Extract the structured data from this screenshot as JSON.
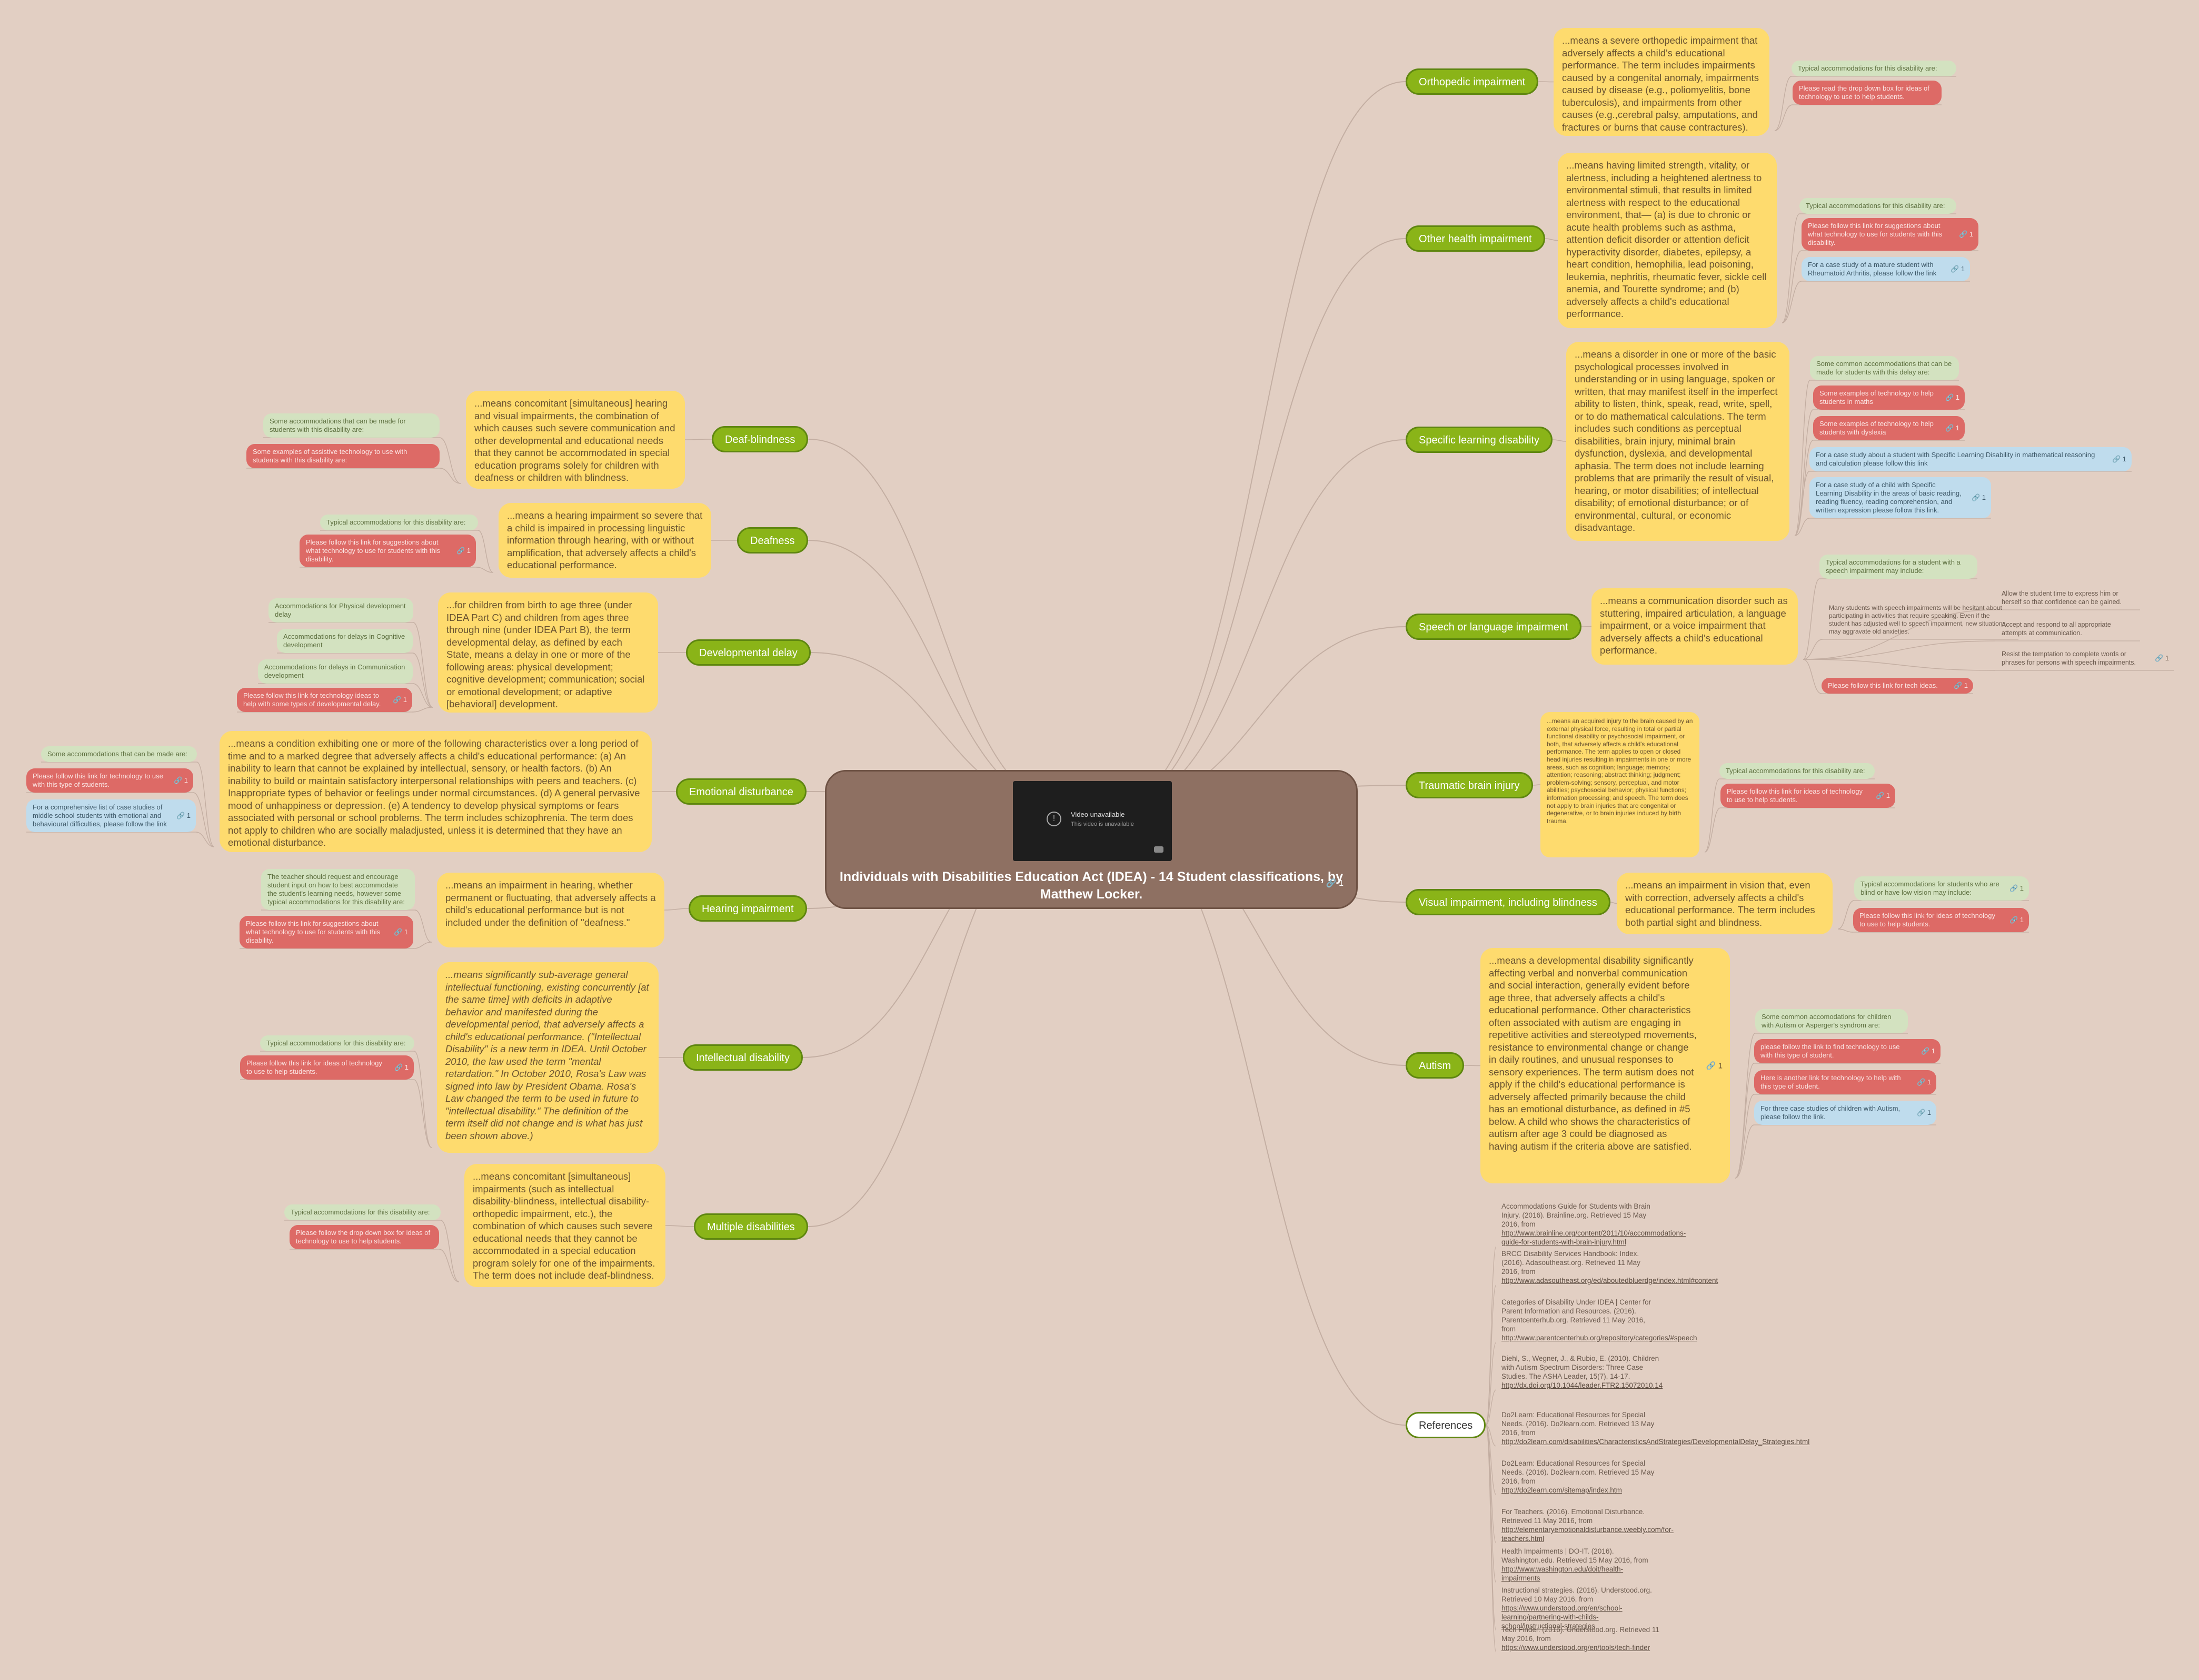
{
  "central": {
    "title": "Individuals with Disabilities  Education Act (IDEA) - 14 Student classifications, by Matthew Locker.",
    "link_count": "1",
    "video": {
      "title": "Video unavailable",
      "subtitle": "This video is unavailable"
    }
  },
  "left": [
    {
      "label": "Deaf-blindness",
      "desc": "...means concomitant [simultaneous] hearing and visual impairments, the combination of which causes such severe communication and other developmental and educational needs that they cannot be accommodated in special education programs solely for children with deafness or children with blindness.",
      "leaves": [
        {
          "text": "Some accommodations that can be made for students with this disability are:"
        },
        {
          "text": "Some examples of assistive technology to use with students with this disability are:"
        }
      ]
    },
    {
      "label": "Deafness",
      "desc": "...means a hearing impairment so severe that a child is impaired in processing linguistic information through hearing, with or without amplification, that adversely affects a child's educational performance.",
      "leaves": [
        {
          "text": "Typical accommodations for this disability are:"
        },
        {
          "text": "Please follow this link for suggestions about what technology to use for students with this disability.",
          "link": "1"
        }
      ]
    },
    {
      "label": "Developmental delay",
      "desc": "...for children from birth to age three (under IDEA Part C) and children from ages three through nine (under IDEA Part B), the term developmental delay, as defined by each State, means a delay in one or more of the following areas: physical development; cognitive development; communication; social or emotional development; or adaptive [behavioral] development.",
      "leaves": [
        {
          "text": "Accommodations for Physical development delay"
        },
        {
          "text": "Accommodations for delays in Cognitive development"
        },
        {
          "text": "Accommodations for delays in Communication development"
        },
        {
          "text": "Please follow this link for technology ideas to help with some types of developmental delay.",
          "link": "1"
        }
      ]
    },
    {
      "label": "Emotional disturbance",
      "desc": "...means a condition exhibiting one or more of the following characteristics over a long period of time and to a marked degree that adversely affects a child's educational performance:  (a) An inability to learn that cannot be explained by intellectual, sensory, or health factors.  (b) An inability to build or maintain satisfactory interpersonal relationships with peers and teachers.  (c) Inappropriate types of behavior or feelings under normal circumstances.  (d) A general pervasive mood of unhappiness or depression.  (e) A tendency to develop physical symptoms or fears associated with personal or school problems.  The term includes schizophrenia. The term does not apply to children who are socially maladjusted, unless it is determined that they have an emotional disturbance.",
      "leaves": [
        {
          "text": "Some accommodations that can be made are:"
        },
        {
          "text": "Please follow this link for technology to use with this type of students.",
          "link": "1"
        },
        {
          "text": "For a comprehensive list of case studies of middle school students with emotional and behavioural difficulties, please follow the link",
          "link": "1"
        }
      ]
    },
    {
      "label": "Hearing impairment",
      "desc": "...means an impairment in hearing, whether permanent or fluctuating, that adversely affects a child's educational performance but is not included under the definition of \"deafness.\"",
      "leaves": [
        {
          "text": "The teacher should request and encourage student input on how to best accommodate the student's learning needs, however some typical accommodations for this disability are:"
        },
        {
          "text": "Please follow this link for suggestions about what technology to use for students with this disability.",
          "link": "1"
        }
      ]
    },
    {
      "label": "Intellectual disability",
      "desc": "...means significantly sub-average general intellectual functioning, existing concurrently [at the same time] with deficits in adaptive behavior and manifested during the developmental period, that adversely affects a child's educational performance. (\"Intellectual Disability\" is a new term in IDEA. Until October 2010, the law used the term \"mental retardation.\"  In October 2010, Rosa's Law was signed into law by President Obama.  Rosa's Law changed the term to be used in future to \"intellectual disability.\" The definition of the term itself  did not change and is what has just been shown above.)",
      "leaves": [
        {
          "text": "Typical accommodations for this disability are:"
        },
        {
          "text": "Please follow this link for ideas of technology to use to help students.",
          "link": "1"
        }
      ]
    },
    {
      "label": "Multiple disabilities",
      "desc": "...means concomitant [simultaneous] impairments (such as intellectual disability-blindness, intellectual disability-orthopedic impairment, etc.), the combination of which causes such severe educational needs that they cannot be accommodated in a special education program solely for one of the impairments.  The term does not include deaf-blindness.",
      "leaves": [
        {
          "text": "Typical accommodations for this disability are:"
        },
        {
          "text": "Please follow the drop down box for ideas of technology to use to help students."
        }
      ]
    }
  ],
  "right": [
    {
      "label": "Orthopedic impairment",
      "desc": "...means a severe orthopedic impairment that adversely affects a child's educational performance. The term includes impairments caused by a congenital anomaly, impairments caused by disease (e.g., poliomyelitis, bone tuberculosis), and impairments from other causes (e.g.,cerebral palsy, amputations, and fractures or burns that cause contractures).",
      "leaves": [
        {
          "text": "Typical accommodations for this disability are:"
        },
        {
          "text": "Please read the drop down box for ideas of technology to use to help students."
        }
      ]
    },
    {
      "label": "Other health impairment",
      "desc": "...means having limited strength, vitality, or alertness, including a heightened alertness to environmental stimuli, that results in limited alertness with respect to the educational environment, that—  (a) is due to chronic or acute health problems such as asthma, attention deficit disorder or attention deficit hyperactivity disorder, diabetes, epilepsy, a heart condition, hemophilia, lead poisoning, leukemia, nephritis, rheumatic fever, sickle cell anemia, and Tourette syndrome; and  (b) adversely affects a child's educational performance.",
      "leaves": [
        {
          "text": "Typical accommodations for this disability are:"
        },
        {
          "text": "Please follow this link for suggestions about what technology to use for students with this disability.",
          "link": "1"
        },
        {
          "text": "For a case study of a mature student with Rheumatoid Arthritis, please follow the link",
          "link": "1"
        }
      ]
    },
    {
      "label": "Specific learning disability",
      "desc": "...means a disorder in one or more of the basic psychological processes involved in understanding or in using language, spoken or written, that may manifest itself in the imperfect ability to listen, think, speak, read, write, spell, or to do mathematical calculations. The term includes such conditions as perceptual disabilities, brain injury, minimal brain dysfunction, dyslexia, and developmental aphasia. The term does not include learning problems that are primarily the result of visual, hearing, or motor disabilities; of intellectual disability; of emotional disturbance; or of environmental, cultural, or economic disadvantage.",
      "leaves": [
        {
          "text": "Some common accommodations that can be made for students with this delay are:"
        },
        {
          "text": "Some examples of technology to help students in maths",
          "link": "1"
        },
        {
          "text": "Some examples of technology to help students with dyslexia",
          "link": "1"
        },
        {
          "text": "For a case study about a student with  Specific  Learning Disability in mathematical reasoning and calculation please follow this link",
          "link": "1"
        },
        {
          "text": "For a case study of a child with Specific Learning Disability in the areas of basic reading, reading fluency, reading comprehension, and written expression please follow this link.",
          "link": "1"
        }
      ]
    },
    {
      "label": "Speech or language impairment",
      "desc": "...means a communication disorder such as stuttering, impaired articulation, a language impairment, or a voice impairment that adversely affects a child's educational performance.",
      "leaves": [
        {
          "text": "Typical accommodations for a student with a speech impairment may include:"
        },
        {
          "text": "Many students with speech impairments will be hesitant about participating in activities that require speaking. Even if the student has adjusted well to speech impairment, new situations may aggravate old anxieties."
        },
        {
          "text": "Please follow this link for tech ideas.",
          "link": "1"
        }
      ],
      "subleaves": [
        {
          "text": "Allow the student time to express him or herself so that confidence can be gained."
        },
        {
          "text": "Accept and respond to all appropriate attempts at communication."
        },
        {
          "text": "Resist the temptation to complete words or phrases for persons with speech impairments.",
          "link": "1"
        }
      ]
    },
    {
      "label": "Traumatic brain injury",
      "desc": "...means an acquired injury to the brain caused by an external physical force, resulting in total or partial functional disability or psychosocial impairment, or both, that adversely affects a child's educational performance. The term applies to open or closed head injuries resulting in impairments in one or more areas, such as cognition; language; memory; attention; reasoning; abstract thinking; judgment; problem-solving; sensory, perceptual, and motor abilities; psychosocial behavior; physical functions; information processing; and speech.  The term does not apply to brain injuries that are congenital or degenerative, or to brain injuries induced by birth trauma.",
      "leaves": [
        {
          "text": "Typical accommodations for this disability are:"
        },
        {
          "text": "Please follow this link for ideas of technology to use to help students.",
          "link": "1"
        }
      ]
    },
    {
      "label": "Visual impairment, including blindness",
      "desc": "...means an impairment in vision that, even with correction, adversely affects a child's educational performance. The term includes both partial sight and blindness.",
      "leaves": [
        {
          "text": "Typical accommodations for students who are blind or have low vision may include:",
          "link": "1"
        },
        {
          "text": "Please follow this link for ideas of technology to use to help students.",
          "link": "1"
        }
      ]
    },
    {
      "label": "Autism",
      "desc": "...means a developmental disability significantly affecting verbal and nonverbal communication and social interaction, generally evident before age three, that adversely affects a child's educational performance. Other characteristics often associated with autism are engaging in repetitive activities and stereotyped movements, resistance to environmental change or change in daily routines, and unusual responses to sensory experiences. The term autism does not apply if the child's educational performance is adversely affected primarily because the child has an emotional disturbance, as defined in #5 below.  A child who shows the characteristics of autism after age 3 could be diagnosed as having autism if the criteria above are satisfied.",
      "desc_link": "1",
      "leaves": [
        {
          "text": "Some common accomodations for children with Autism or Asperger's syndrom are:"
        },
        {
          "text": "please follow the link to find technology to use with this type of student.",
          "link": "1"
        },
        {
          "text": "Here is another link for technology to help with this type of student.",
          "link": "1"
        },
        {
          "text": "For three case studies of children with Autism, please follow the link.",
          "link": "1"
        }
      ]
    }
  ],
  "references": {
    "label": "References",
    "items": [
      {
        "text": "Accommodations Guide for Students with Brain Injury. (2016). Brainline.org. Retrieved 15 May 2016, from",
        "url": "http://www.brainline.org/content/2011/10/accommodations-guide-for-students-with-brain-injury.html"
      },
      {
        "text": "BRCC Disability Services Handbook: Index. (2016). Adasoutheast.org. Retrieved 11 May 2016, from",
        "url": "http://www.adasoutheast.org/ed/aboutedbluerdge/index.html#content"
      },
      {
        "text": "Categories of Disability Under IDEA | Center for Parent Information and Resources. (2016). Parentcenterhub.org. Retrieved 11 May 2016, from",
        "url": "http://www.parentcenterhub.org/repository/categories/#speech"
      },
      {
        "text": "Diehl, S., Wegner, J., & Rubio, E. (2010). Children with Autism Spectrum Disorders: Three Case Studies. The ASHA Leader, 15(7), 14-17.",
        "url": "http://dx.doi.org/10.1044/leader.FTR2.15072010.14"
      },
      {
        "text": "Do2Learn: Educational Resources for Special Needs. (2016). Do2learn.com. Retrieved 13 May 2016, from",
        "url": "http://do2learn.com/disabilities/CharacteristicsAndStrategies/DevelopmentalDelay_Strategies.html"
      },
      {
        "text": "Do2Learn: Educational Resources for Special Needs. (2016). Do2learn.com. Retrieved 15 May 2016, from",
        "url": "http://do2learn.com/sitemap/index.htm"
      },
      {
        "text": "For Teachers. (2016). Emotional Disturbance. Retrieved 11 May 2016, from",
        "url": "http://elementaryemotionaldisturbance.weebly.com/for-teachers.html"
      },
      {
        "text": "Health Impairments | DO-IT. (2016). Washington.edu. Retrieved 15 May 2016, from",
        "url": "http://www.washington.edu/doit/health-impairments"
      },
      {
        "text": "Instructional strategies. (2016). Understood.org. Retrieved 10 May 2016, from",
        "url": "https://www.understood.org/en/school-learning/partnering-with-childs-school/instructional-strategies"
      },
      {
        "text": "Tech Finder. (2016). Understood.org. Retrieved 11 May 2016, from",
        "url": "https://www.understood.org/en/tools/tech-finder"
      }
    ]
  },
  "link_icon": "paperclip-link-icon",
  "colors": {
    "background": "#e2cfc3",
    "central": "#8e7062",
    "topic": "#8ab418",
    "description": "#fedb6e",
    "note_green": "#d3e2c0",
    "note_red": "#dd6a66",
    "note_blue": "#bfdced"
  }
}
